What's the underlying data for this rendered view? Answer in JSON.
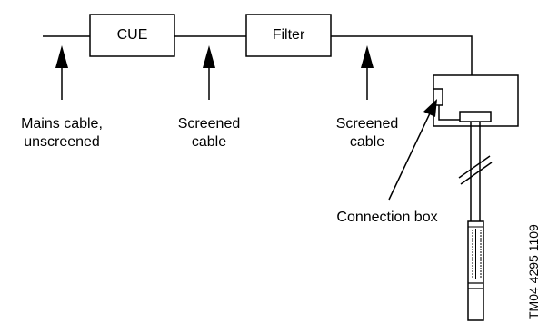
{
  "boxes": {
    "cue": "CUE",
    "filter": "Filter"
  },
  "labels": {
    "mains_line1": "Mains cable,",
    "mains_line2": "unscreened",
    "screened1_line1": "Screened",
    "screened1_line2": "cable",
    "screened2_line1": "Screened",
    "screened2_line2": "cable",
    "connection_box": "Connection box"
  },
  "drawing_ref": "TM04 4295 1109"
}
